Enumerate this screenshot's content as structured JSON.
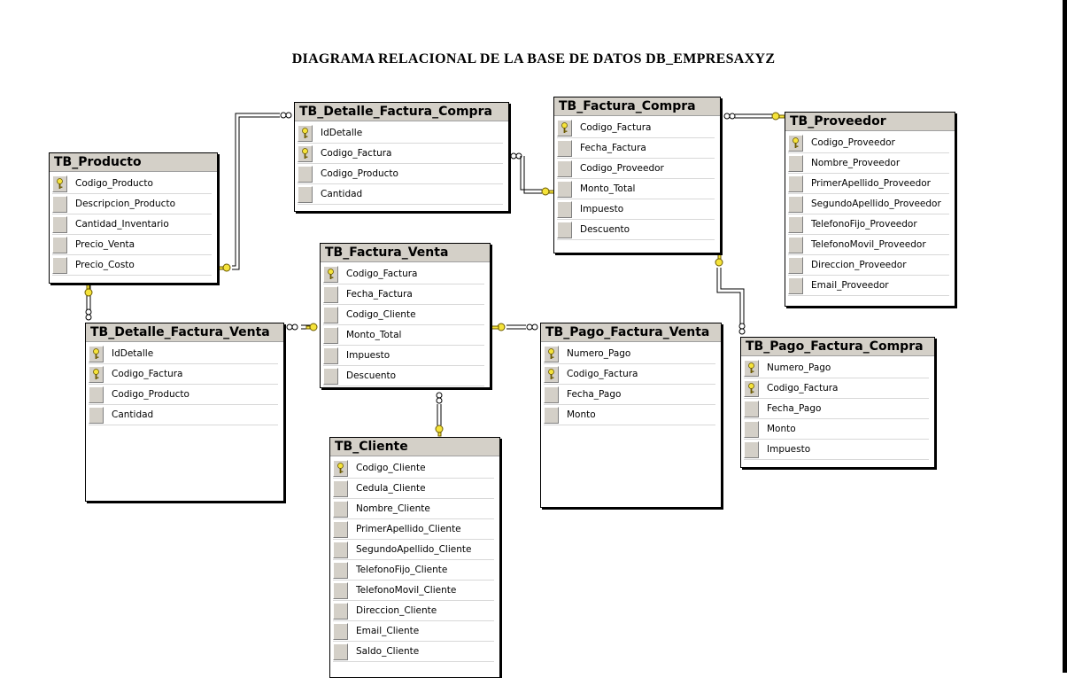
{
  "title": "DIAGRAMA RELACIONAL  DE LA BASE DE DATOS DB_EMPRESAXYZ",
  "colors": {
    "header_bg": "#d4d0c8",
    "key_yellow": "#f5e33a",
    "line": "#000000"
  },
  "tables": {
    "producto": {
      "name": "TB_Producto",
      "fields": [
        {
          "name": "Codigo_Producto",
          "pk": true
        },
        {
          "name": "Descripcion_Producto",
          "pk": false
        },
        {
          "name": "Cantidad_Inventario",
          "pk": false
        },
        {
          "name": "Precio_Venta",
          "pk": false
        },
        {
          "name": "Precio_Costo",
          "pk": false
        }
      ]
    },
    "detalle_compra": {
      "name": "TB_Detalle_Factura_Compra",
      "fields": [
        {
          "name": "IdDetalle",
          "pk": true
        },
        {
          "name": "Codigo_Factura",
          "pk": true
        },
        {
          "name": "Codigo_Producto",
          "pk": false
        },
        {
          "name": "Cantidad",
          "pk": false
        }
      ]
    },
    "factura_compra": {
      "name": "TB_Factura_Compra",
      "fields": [
        {
          "name": "Codigo_Factura",
          "pk": true
        },
        {
          "name": "Fecha_Factura",
          "pk": false
        },
        {
          "name": "Codigo_Proveedor",
          "pk": false
        },
        {
          "name": "Monto_Total",
          "pk": false
        },
        {
          "name": "Impuesto",
          "pk": false
        },
        {
          "name": "Descuento",
          "pk": false
        }
      ]
    },
    "proveedor": {
      "name": "TB_Proveedor",
      "fields": [
        {
          "name": "Codigo_Proveedor",
          "pk": true
        },
        {
          "name": "Nombre_Proveedor",
          "pk": false
        },
        {
          "name": "PrimerApellido_Proveedor",
          "pk": false
        },
        {
          "name": "SegundoApellido_Proveedor",
          "pk": false
        },
        {
          "name": "TelefonoFijo_Proveedor",
          "pk": false
        },
        {
          "name": "TelefonoMovil_Proveedor",
          "pk": false
        },
        {
          "name": "Direccion_Proveedor",
          "pk": false
        },
        {
          "name": "Email_Proveedor",
          "pk": false
        }
      ]
    },
    "factura_venta": {
      "name": "TB_Factura_Venta",
      "fields": [
        {
          "name": "Codigo_Factura",
          "pk": true
        },
        {
          "name": "Fecha_Factura",
          "pk": false
        },
        {
          "name": "Codigo_Cliente",
          "pk": false
        },
        {
          "name": "Monto_Total",
          "pk": false
        },
        {
          "name": "Impuesto",
          "pk": false
        },
        {
          "name": "Descuento",
          "pk": false
        }
      ]
    },
    "detalle_venta": {
      "name": "TB_Detalle_Factura_Venta",
      "fields": [
        {
          "name": "IdDetalle",
          "pk": true
        },
        {
          "name": "Codigo_Factura",
          "pk": true
        },
        {
          "name": "Codigo_Producto",
          "pk": false
        },
        {
          "name": "Cantidad",
          "pk": false
        }
      ]
    },
    "pago_venta": {
      "name": "TB_Pago_Factura_Venta",
      "fields": [
        {
          "name": "Numero_Pago",
          "pk": true
        },
        {
          "name": "Codigo_Factura",
          "pk": true
        },
        {
          "name": "Fecha_Pago",
          "pk": false
        },
        {
          "name": "Monto",
          "pk": false
        }
      ]
    },
    "pago_compra": {
      "name": "TB_Pago_Factura_Compra",
      "fields": [
        {
          "name": "Numero_Pago",
          "pk": true
        },
        {
          "name": "Codigo_Factura",
          "pk": true
        },
        {
          "name": "Fecha_Pago",
          "pk": false
        },
        {
          "name": "Monto",
          "pk": false
        },
        {
          "name": "Impuesto",
          "pk": false
        }
      ]
    },
    "cliente": {
      "name": "TB_Cliente",
      "fields": [
        {
          "name": "Codigo_Cliente",
          "pk": true
        },
        {
          "name": "Cedula_Cliente",
          "pk": false
        },
        {
          "name": "Nombre_Cliente",
          "pk": false
        },
        {
          "name": "PrimerApellido_Cliente",
          "pk": false
        },
        {
          "name": "SegundoApellido_Cliente",
          "pk": false
        },
        {
          "name": "TelefonoFijo_Cliente",
          "pk": false
        },
        {
          "name": "TelefonoMovil_Cliente",
          "pk": false
        },
        {
          "name": "Direccion_Cliente",
          "pk": false
        },
        {
          "name": "Email_Cliente",
          "pk": false
        },
        {
          "name": "Saldo_Cliente",
          "pk": false
        }
      ]
    }
  }
}
